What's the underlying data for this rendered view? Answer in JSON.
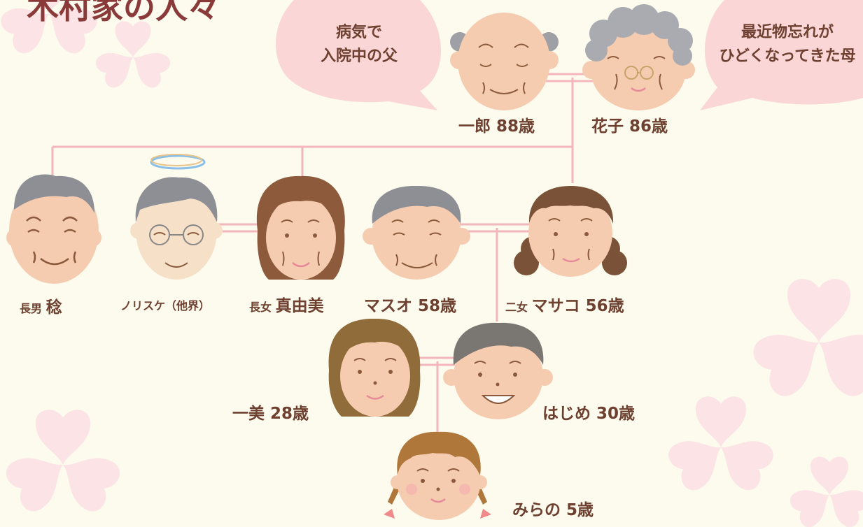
{
  "title": "木村家の人々",
  "colors": {
    "background": "#fdfbee",
    "line": "#f2b6bb",
    "bubble": "#fad6d6",
    "text": "#6e4030",
    "flower": "#fbe3e6"
  },
  "bubbles": {
    "father": {
      "line1": "病気で",
      "line2": "入院中の父"
    },
    "mother": {
      "line1": "最近物忘れが",
      "line2": "ひどくなってきた母"
    }
  },
  "members": {
    "ichiro": {
      "name": "一郎 88歳"
    },
    "hanako": {
      "name": "花子 86歳"
    },
    "minoru": {
      "role": "長男",
      "name": "稔"
    },
    "norisuke": {
      "name": "ノリスケ（他界）"
    },
    "mayumi": {
      "role": "長女",
      "name": "真由美"
    },
    "masao": {
      "name": "マスオ 58歳"
    },
    "masako": {
      "role": "二女",
      "name": "マサコ 56歳"
    },
    "kazumi": {
      "name": "一美 28歳"
    },
    "hajime": {
      "name": "はじめ 30歳"
    },
    "mirano": {
      "name": "みらの 5歳"
    }
  }
}
